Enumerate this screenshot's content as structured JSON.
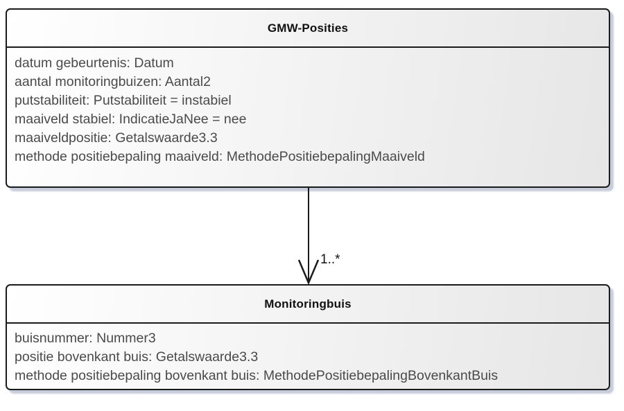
{
  "diagram": {
    "type": "uml-class-diagram",
    "classes": [
      {
        "name": "GMW-Posities",
        "attributes": [
          "datum gebeurtenis: Datum",
          "aantal monitoringbuizen: Aantal2",
          "putstabiliteit: Putstabiliteit = instabiel",
          "maaiveld stabiel: IndicatieJaNee = nee",
          "maaiveldpositie: Getalswaarde3.3",
          "methode positiebepaling maaiveld: MethodePositiebepalingMaaiveld"
        ]
      },
      {
        "name": "Monitoringbuis",
        "attributes": [
          "buisnummer: Nummer3",
          "positie bovenkant buis: Getalswaarde3.3",
          "methode positiebepaling bovenkant buis: MethodePositiebepalingBovenkantBuis"
        ]
      }
    ],
    "association": {
      "source": "GMW-Posities",
      "target": "Monitoringbuis",
      "arrow_style": "open-arrowhead",
      "target_multiplicity": "1..*"
    },
    "colors": {
      "box_border": "#1a1a1a",
      "box_fill_start": "#ffffff",
      "box_fill_end": "#e6e6e6",
      "shadow": "#c6ccd9",
      "attribute_text": "#4a4a4a",
      "title_text": "#111111",
      "line": "#1a1a1a"
    }
  }
}
